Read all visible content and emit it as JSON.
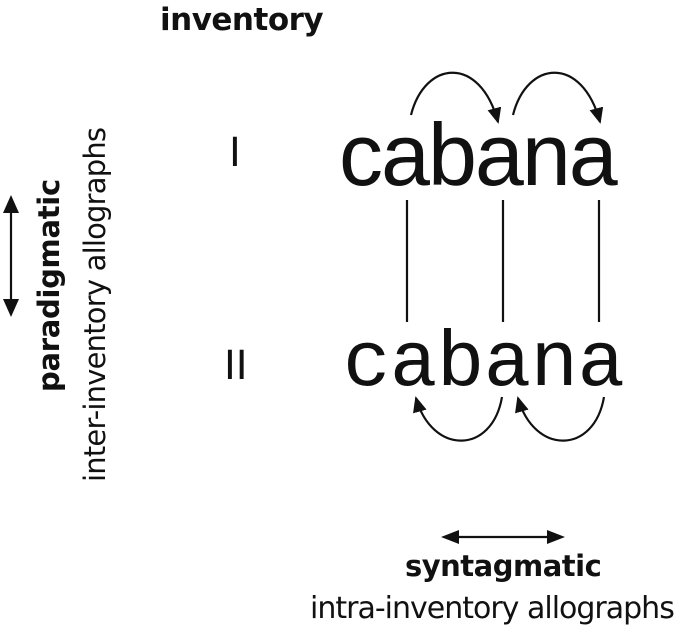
{
  "diagram": {
    "heading": "inventory",
    "rows": [
      {
        "numeral": "I",
        "word": "cabana",
        "style": "sans-serif"
      },
      {
        "numeral": "II",
        "word": "cabana",
        "style": "monospace"
      }
    ],
    "vertical_axis": {
      "label": "paradigmatic",
      "sublabel": "inter-inventory allographs",
      "arrow": "double-headed-vertical"
    },
    "horizontal_axis": {
      "label": "syntagmatic",
      "sublabel": "intra-inventory allographs",
      "arrow": "double-headed-horizontal"
    },
    "connections": {
      "top_arcs": "letter a → next a (forward)",
      "bottom_arcs": "letter a ← next a (backward)",
      "vertical_links": "a(I) — a(II)"
    },
    "colors": {
      "ink": "#111111",
      "background": "#ffffff"
    }
  }
}
